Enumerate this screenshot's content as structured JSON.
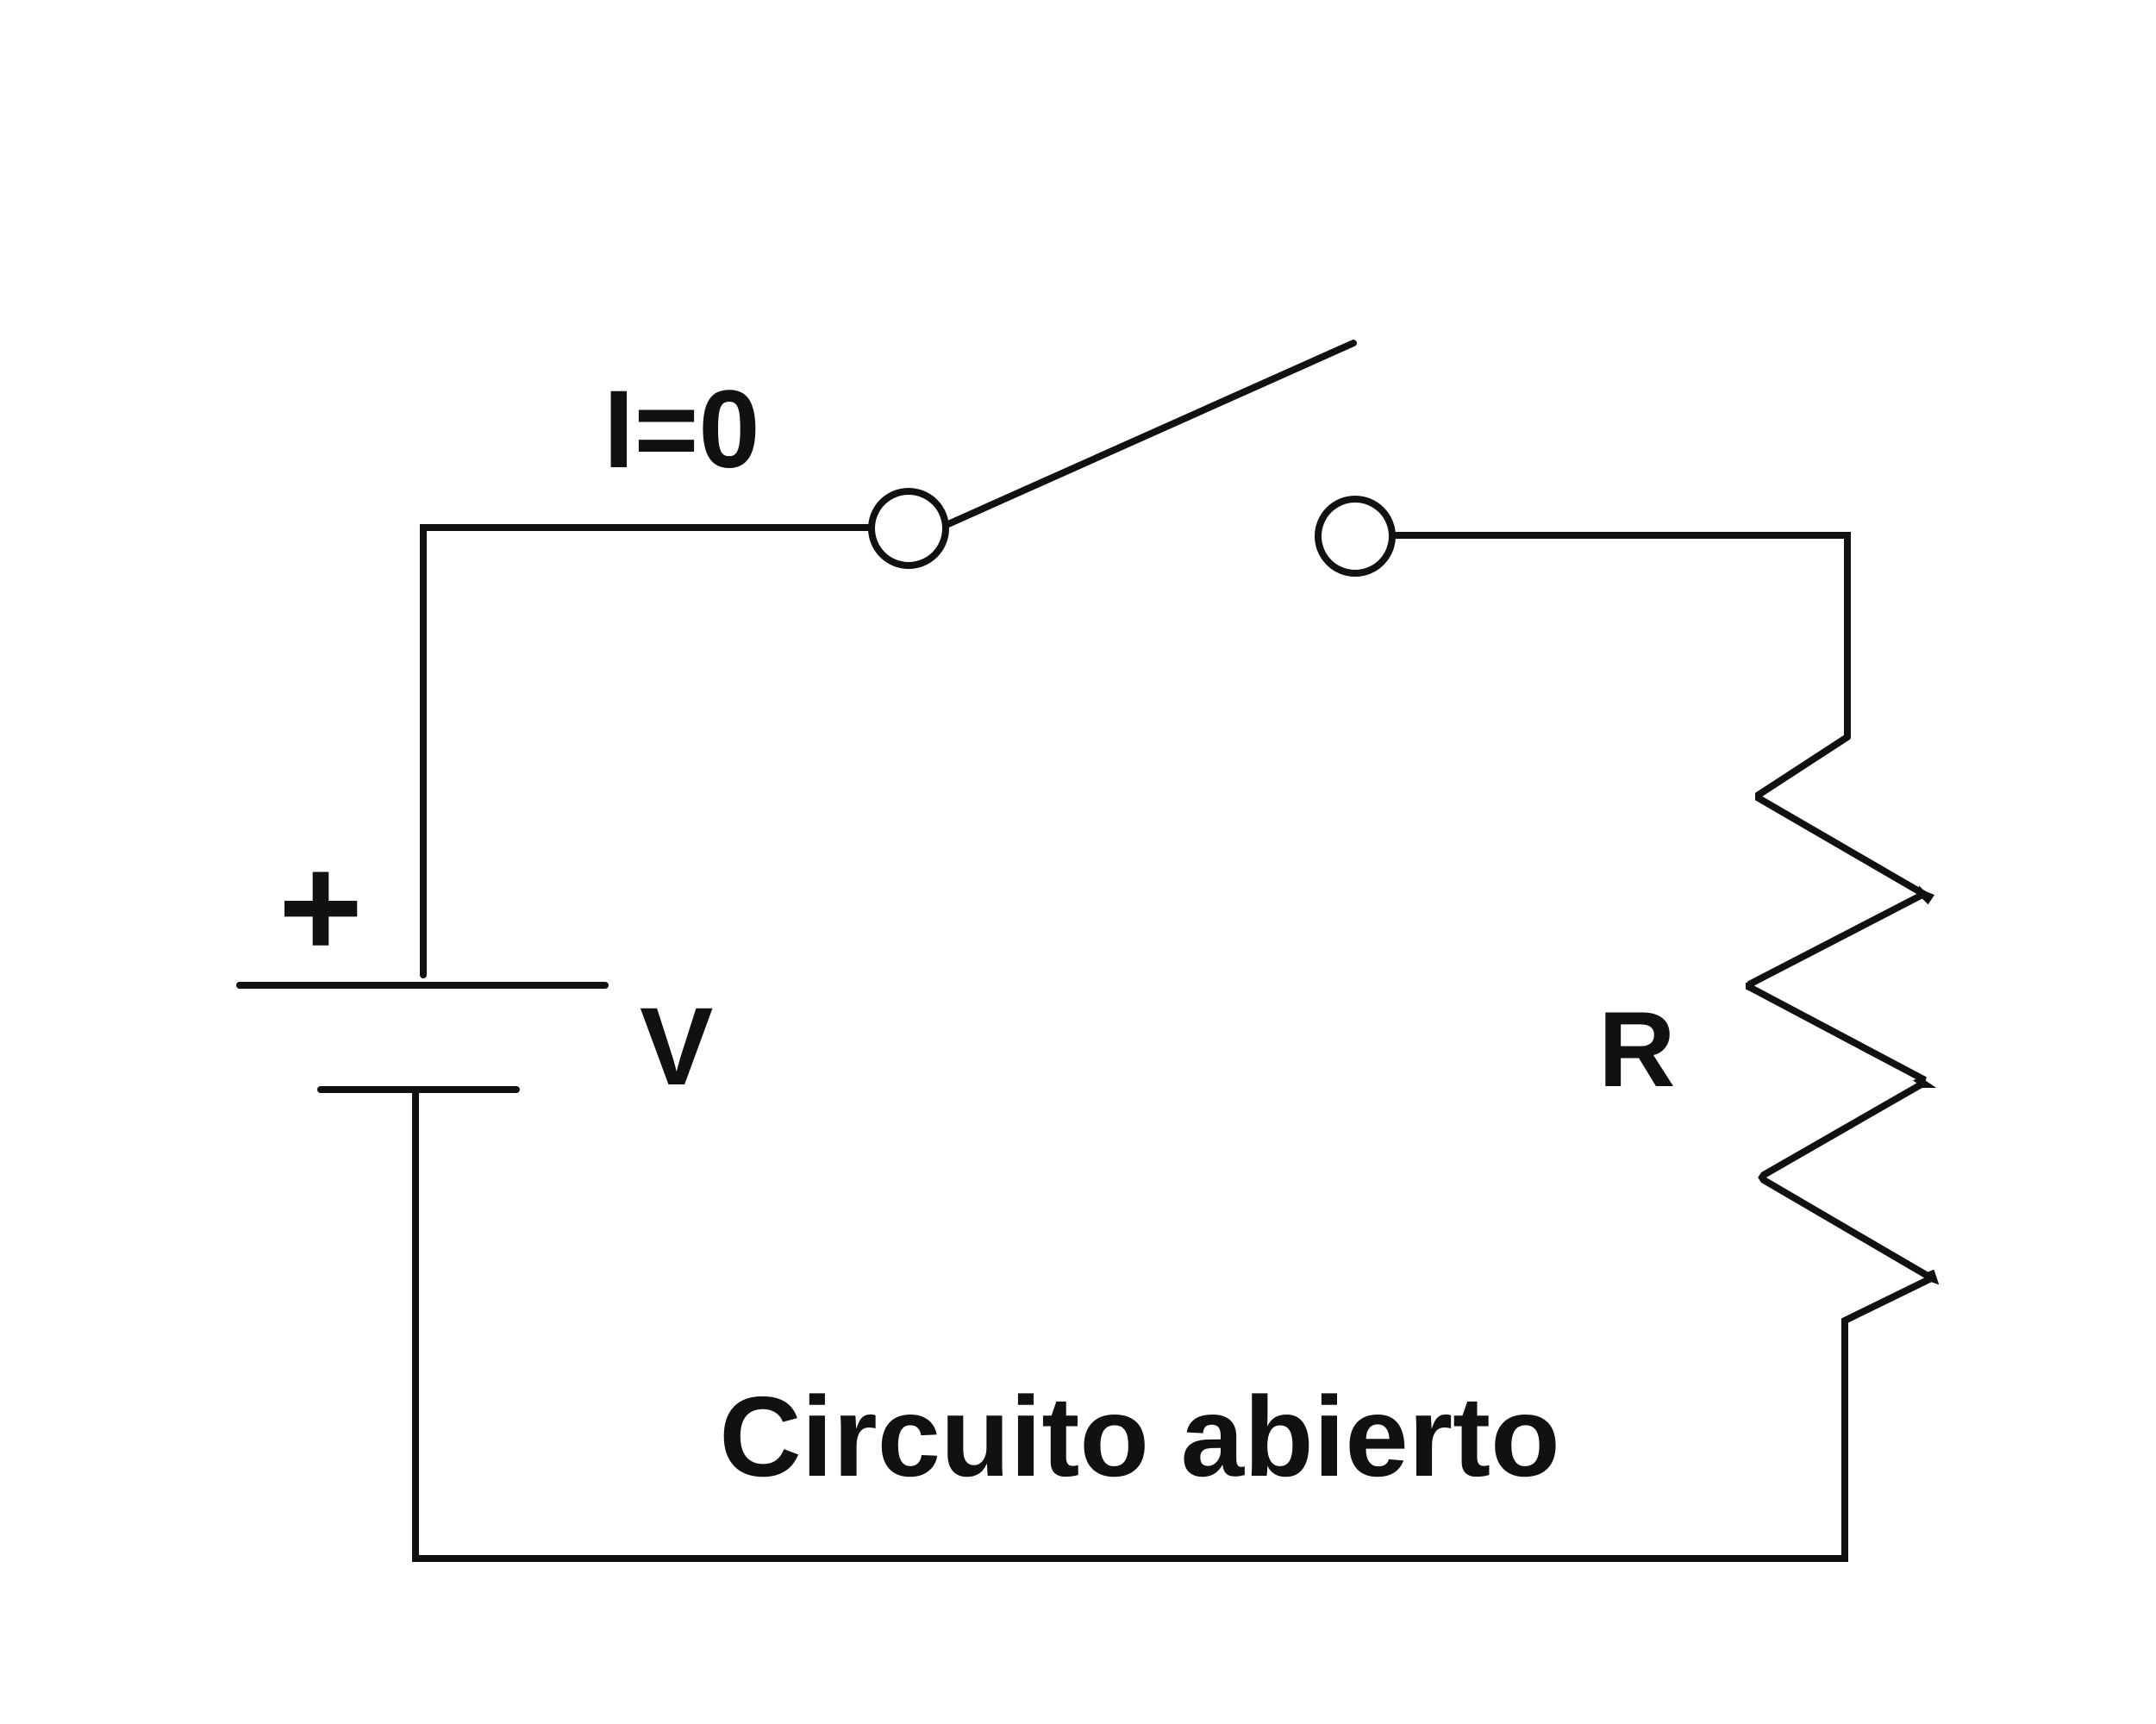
{
  "labels": {
    "current": "I=0",
    "voltage": "V",
    "plus": "+",
    "resistor": "R",
    "caption": "Circuito abierto"
  },
  "colors": {
    "line": "#111111",
    "background": "#ffffff"
  }
}
